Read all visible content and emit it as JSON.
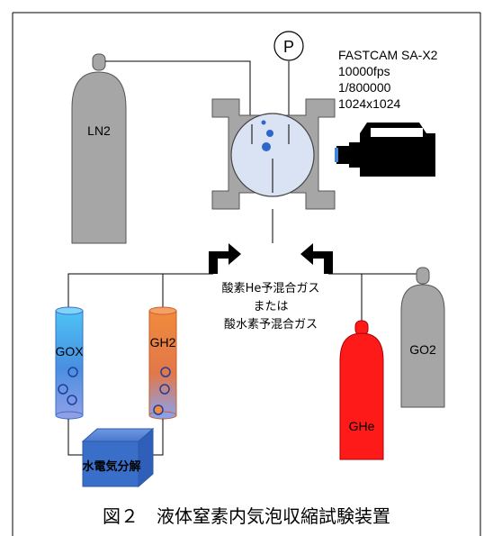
{
  "camera": {
    "model": "FASTCAM SA-X2",
    "frame_rate": "10000fps",
    "shutter": "1/800000",
    "resolution": "1024x1024"
  },
  "gauge": {
    "symbol": "P"
  },
  "cylinders": {
    "ln2": "LN2",
    "gox": "GOX",
    "gh2": "GH2",
    "ghe": "GHe",
    "go2": "GO2"
  },
  "gas_mixture": {
    "line1": "酸素He予混合ガス",
    "line2": "または",
    "line3": "酸水素予混合ガス"
  },
  "electrolysis": {
    "label": "水電気分解"
  },
  "caption": "図２　液体窒素内気泡収縮試験装置",
  "colors": {
    "steel": "#a6a6a6",
    "gox": "#4aa3e8",
    "gh2": "#e87a30",
    "ghe": "#ff1a1a",
    "electrolyzer": "#3a6fc9"
  }
}
